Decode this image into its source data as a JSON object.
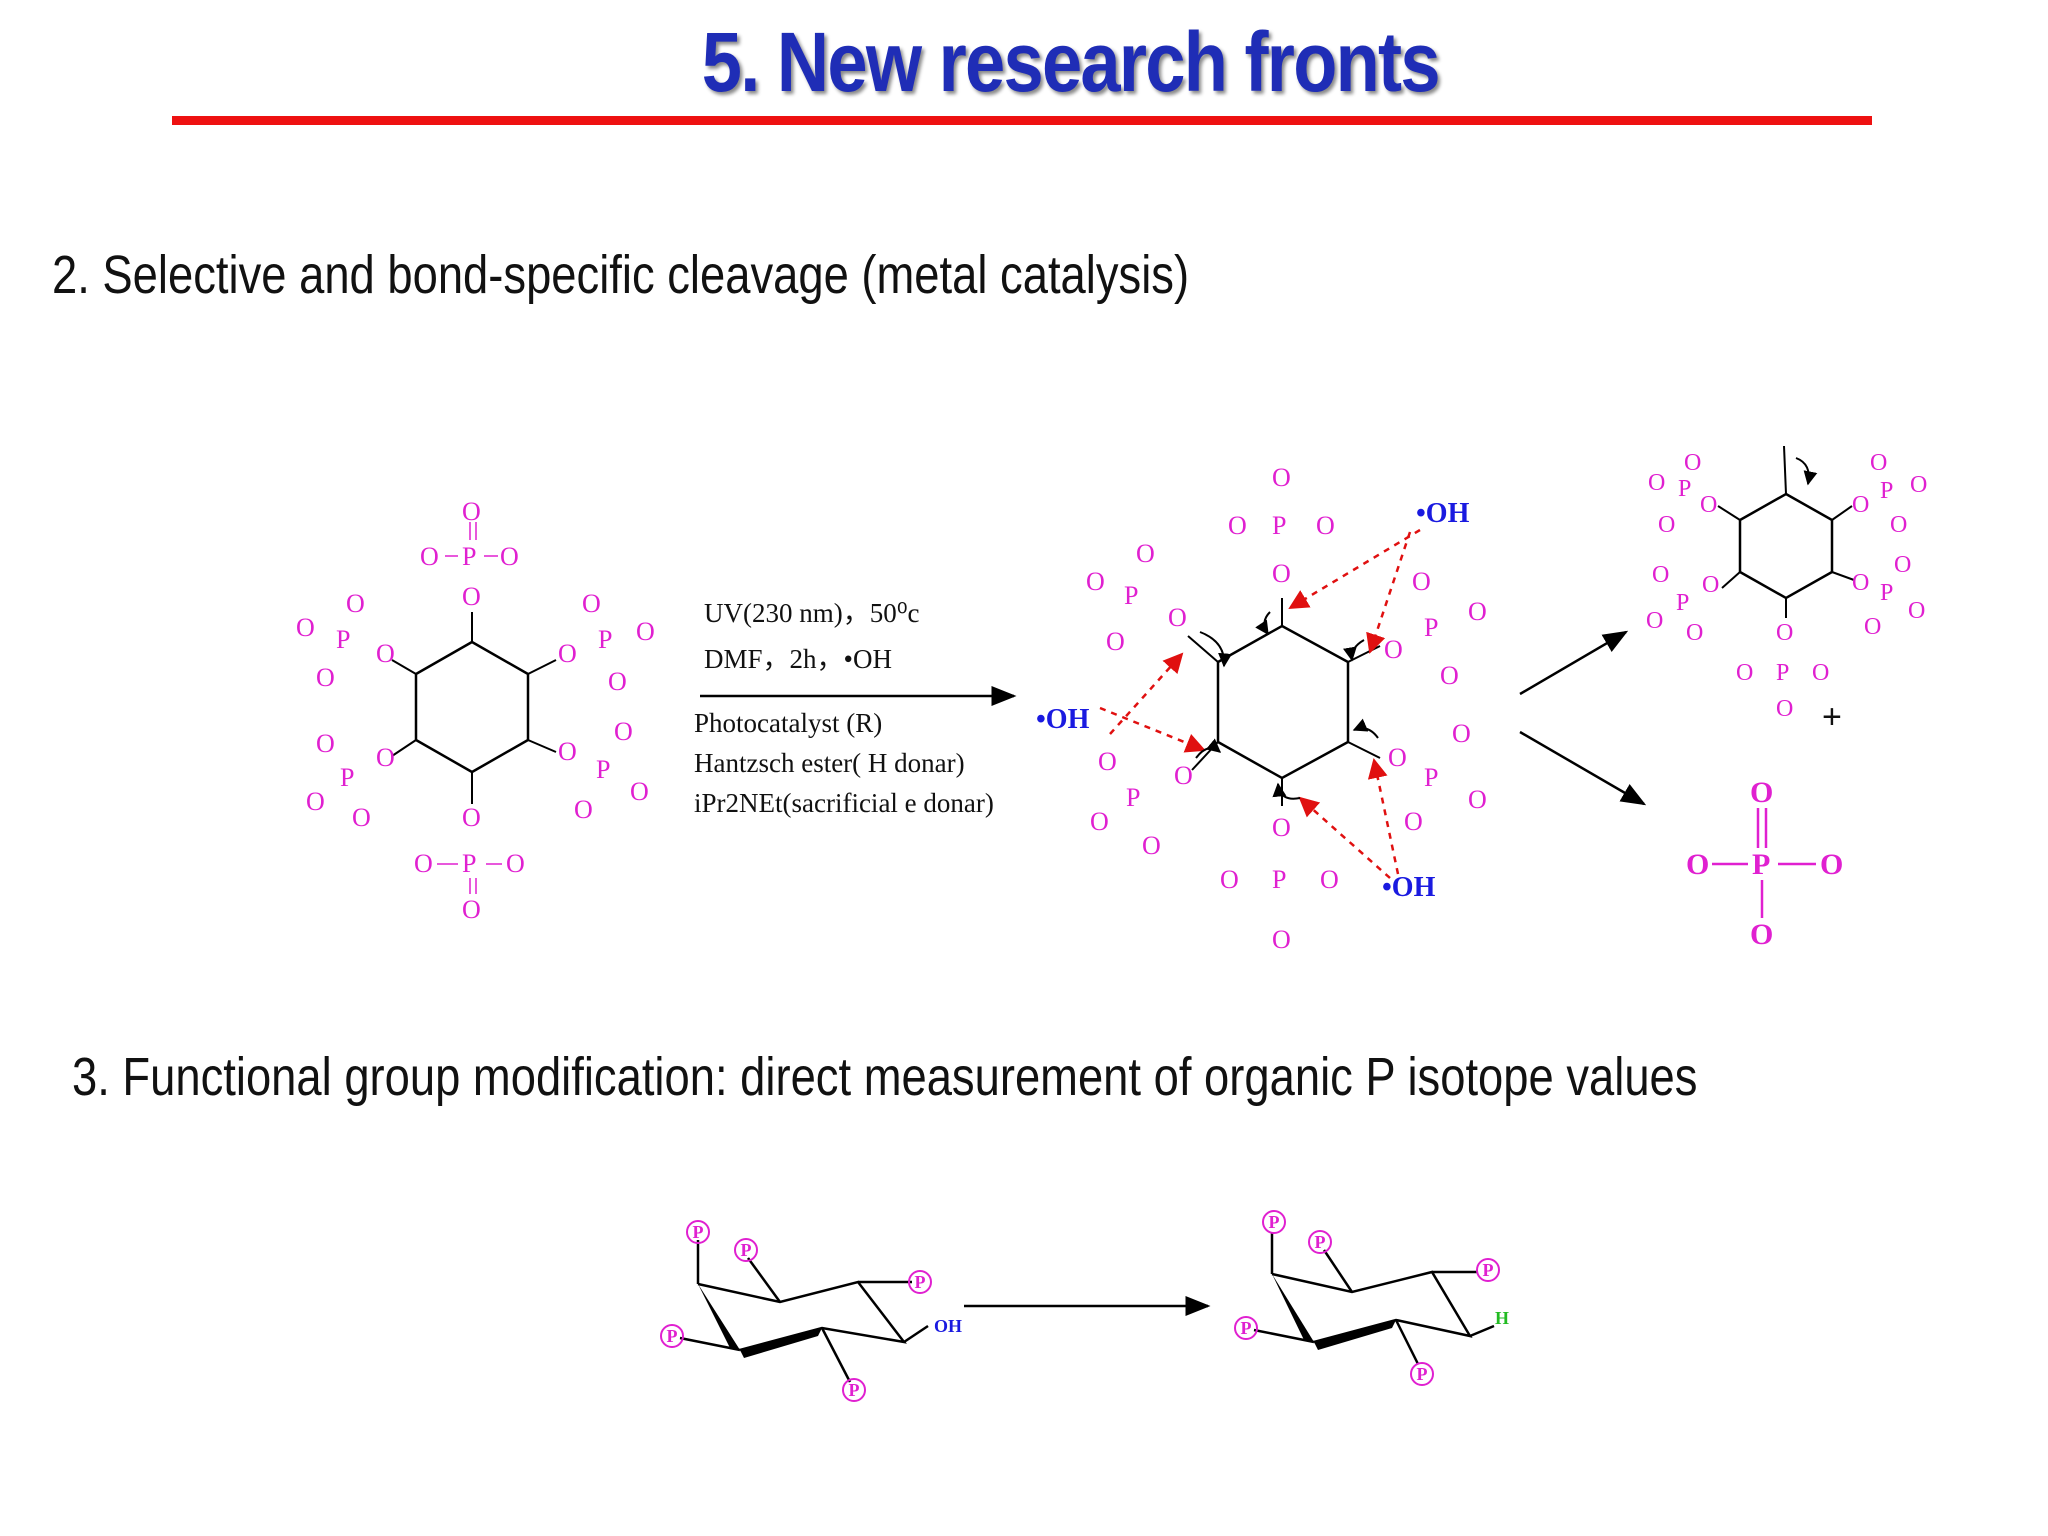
{
  "slide": {
    "title": "5. New research fronts",
    "section2": "2. Selective and bond-specific cleavage (metal catalysis)",
    "section3": "3. Functional group modification: direct measurement of organic P isotope values"
  },
  "reaction1": {
    "conditions_above": [
      "UV(230 nm)，50⁰c",
      "DMF，2h，•OH"
    ],
    "conditions_below": [
      "Photocatalyst (R)",
      "Hantzsch ester( H donar)",
      "iPr2NEt(sacrificial e donar)"
    ],
    "radical_label": "•OH",
    "plus": "+"
  },
  "reaction2": {
    "phosphate_badge": "P",
    "oh_label": "OH",
    "h_label": "H"
  },
  "colors": {
    "title": "#1f2db6",
    "rule": "#ee1111",
    "phosphate": "#e020d0",
    "radical": "#1a1ae0",
    "attack_arrow": "#e01010",
    "hydrogen": "#22bb22"
  }
}
